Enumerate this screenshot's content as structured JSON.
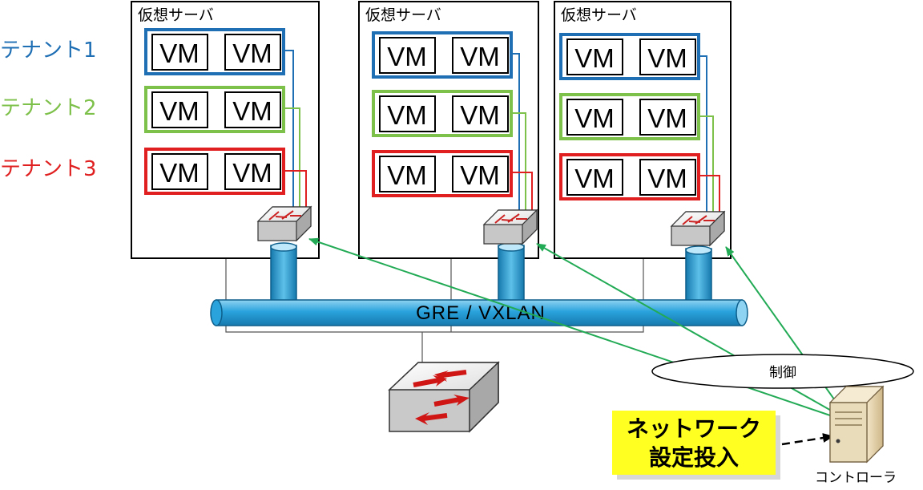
{
  "tenants": [
    {
      "label": "テナント1",
      "color": "#1f6fb4"
    },
    {
      "label": "テナント2",
      "color": "#7dc04a"
    },
    {
      "label": "テナント3",
      "color": "#e02020"
    }
  ],
  "servers": [
    {
      "label": "仮想サーバ"
    },
    {
      "label": "仮想サーバ"
    },
    {
      "label": "仮想サーバ"
    }
  ],
  "vm_label": "VM",
  "tunnel": {
    "label": "GRE / VXLAN",
    "color": "#2aa3dd"
  },
  "control": {
    "label": "制御",
    "line_color": "#22aa55"
  },
  "config": {
    "line1": "ネットワーク",
    "line2": "設定投入",
    "bg_color": "#ffff22"
  },
  "controller": {
    "label": "コントローラ"
  }
}
